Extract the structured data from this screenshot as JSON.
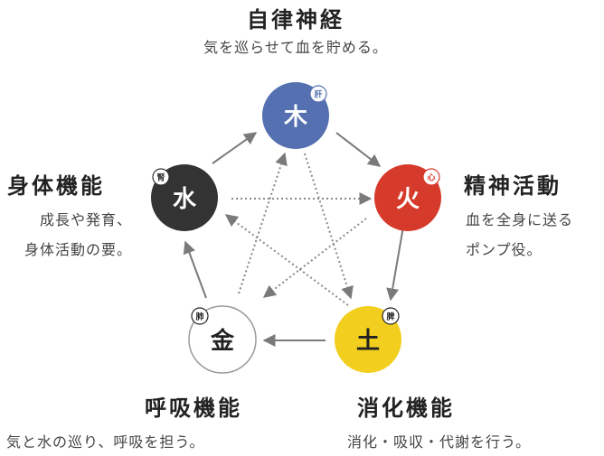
{
  "labels": {
    "top": {
      "title": "自律神経",
      "desc": "気を巡らせて血を貯める。"
    },
    "right": {
      "title": "精神活動",
      "desc1": "血を全身に送る",
      "desc2": "ポンプ役。"
    },
    "bottom_right": {
      "title": "消化機能",
      "desc": "消化・吸収・代謝を行う。"
    },
    "bottom_left": {
      "title": "呼吸機能",
      "desc": "気と水の巡り、呼吸を担う。"
    },
    "left": {
      "title": "身体機能",
      "desc1": "成長や発育、",
      "desc2": "身体活動の要。"
    }
  },
  "elements": {
    "wood": {
      "char": "木",
      "organ": "肝",
      "color": "#5470b0"
    },
    "fire": {
      "char": "火",
      "organ": "心",
      "color": "#d63a2a"
    },
    "earth": {
      "char": "土",
      "organ": "脾",
      "color": "#f2ce1f"
    },
    "metal": {
      "char": "金",
      "organ": "肺",
      "color": "#ffffff"
    },
    "water": {
      "char": "水",
      "organ": "腎",
      "color": "#333333"
    }
  },
  "colors": {
    "arrow": "#7a7a7a",
    "metal_border": "#9a9a9a"
  }
}
